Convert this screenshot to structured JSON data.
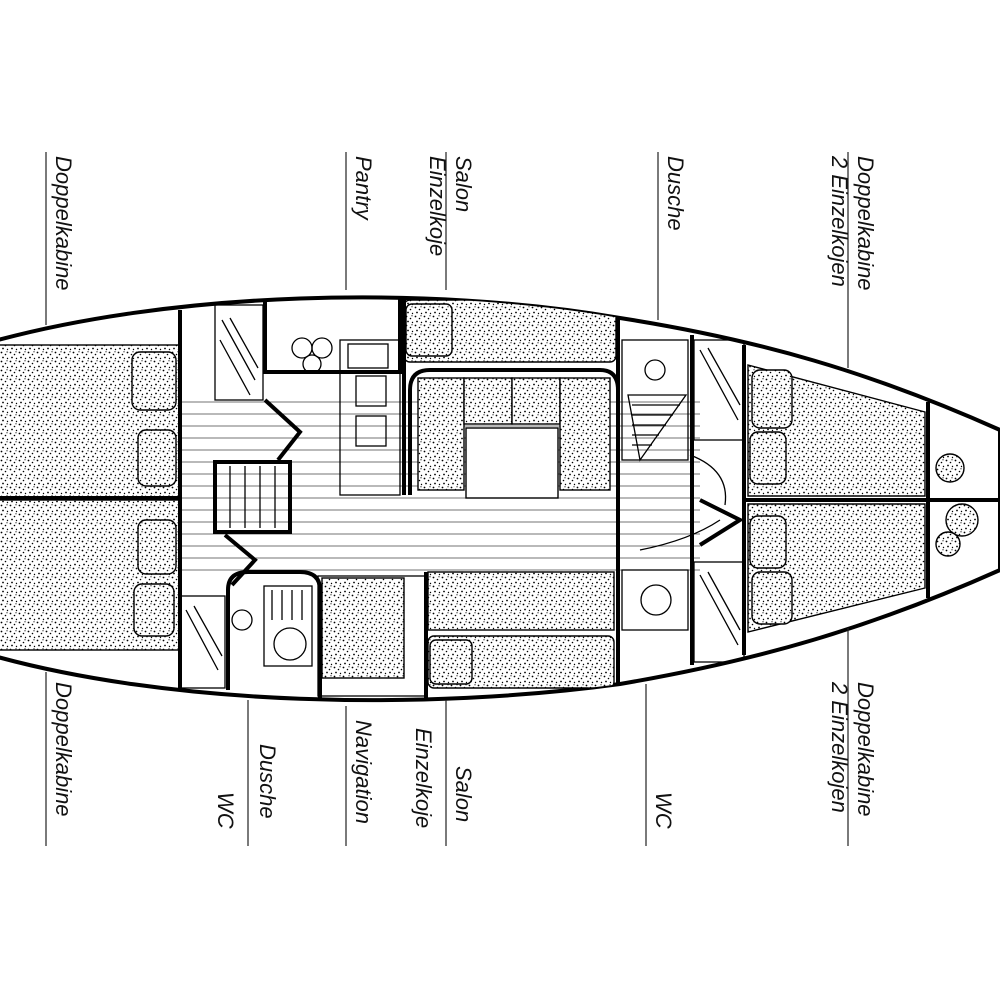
{
  "colors": {
    "ink": "#000000",
    "paper": "#ffffff"
  },
  "labels_top": [
    {
      "id": "top-doppelkabine-aft",
      "lines": [
        "Doppelkabine"
      ]
    },
    {
      "id": "top-pantry",
      "lines": [
        "Pantry"
      ]
    },
    {
      "id": "top-salon-einzelkoje",
      "lines": [
        "Salon",
        "Einzelkoje"
      ]
    },
    {
      "id": "top-dusche",
      "lines": [
        "Dusche"
      ]
    },
    {
      "id": "top-doppelkabine-fwd",
      "lines": [
        "Doppelkabine",
        "2 Einzelkojen"
      ]
    }
  ],
  "labels_bottom": [
    {
      "id": "bottom-doppelkabine-aft",
      "lines": [
        "Doppelkabine"
      ]
    },
    {
      "id": "bottom-wc-dusche",
      "lines": [
        "Dusche",
        "WC"
      ]
    },
    {
      "id": "bottom-navigation",
      "lines": [
        "Navigation"
      ]
    },
    {
      "id": "bottom-salon-einzelkoje",
      "lines": [
        "Salon",
        "Einzelkoje"
      ]
    },
    {
      "id": "bottom-wc",
      "lines": [
        "WC"
      ]
    },
    {
      "id": "bottom-doppelkabine-fwd",
      "lines": [
        "Doppelkabine",
        "2 Einzelkojen"
      ]
    }
  ]
}
